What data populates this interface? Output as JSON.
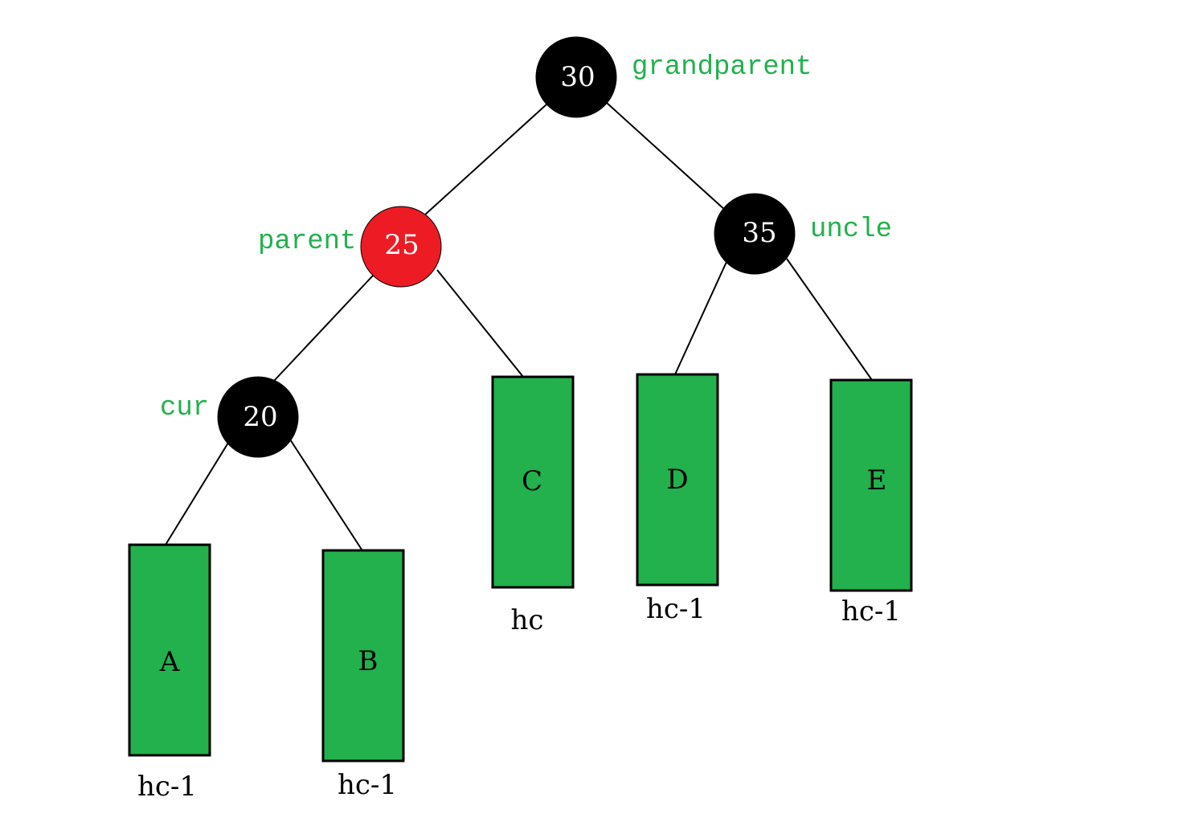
{
  "colors": {
    "black_node": "#000000",
    "red_node": "#ed1c24",
    "subtree_fill": "#22b14c",
    "label_green": "#22b14c"
  },
  "nodes": {
    "n30": {
      "value": "30",
      "color": "black",
      "role": "grandparent"
    },
    "n25": {
      "value": "25",
      "color": "red",
      "role": "parent"
    },
    "n35": {
      "value": "35",
      "color": "black",
      "role": "uncle"
    },
    "n20": {
      "value": "20",
      "color": "black",
      "role": "cur"
    }
  },
  "subtrees": {
    "A": {
      "name": "A",
      "height": "hc-1"
    },
    "B": {
      "name": "B",
      "height": "hc-1"
    },
    "C": {
      "name": "C",
      "height": "hc"
    },
    "D": {
      "name": "D",
      "height": "hc-1"
    },
    "E": {
      "name": "E",
      "height": "hc-1"
    }
  }
}
